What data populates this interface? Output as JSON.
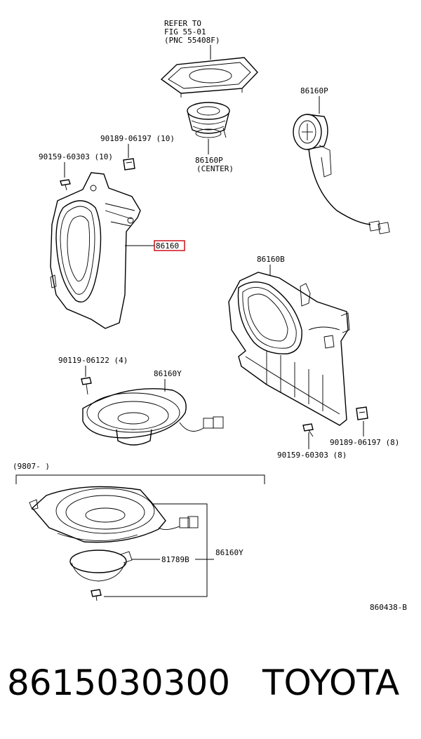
{
  "refer": {
    "line1": "REFER TO",
    "line2": "FIG 55-01",
    "line3": "(PNC 55408F)"
  },
  "labels": {
    "p86160p_top": "86160P",
    "p86160p_center": "86160P",
    "center_note": "(CENTER)",
    "p90189_top": "90189-06197 (10)",
    "p90159_top": "90159-60303 (10)",
    "p86160_highlight": "86160",
    "p86160b": "86160B",
    "p90119": "90119-06122 (4)",
    "p86160y_mid": "86160Y",
    "p90189_right": "90189-06197 (8)",
    "p90159_right": "90159-60303 (8)",
    "date_range": "(9807-   )",
    "p81789b": "81789B",
    "p86160y_bottom": "86160Y",
    "figure_code": "860438-B"
  },
  "footer": {
    "part_number": "8615030300",
    "brand": "TOYOTA"
  },
  "colors": {
    "highlight": "#d0202a",
    "ink": "#000000"
  }
}
